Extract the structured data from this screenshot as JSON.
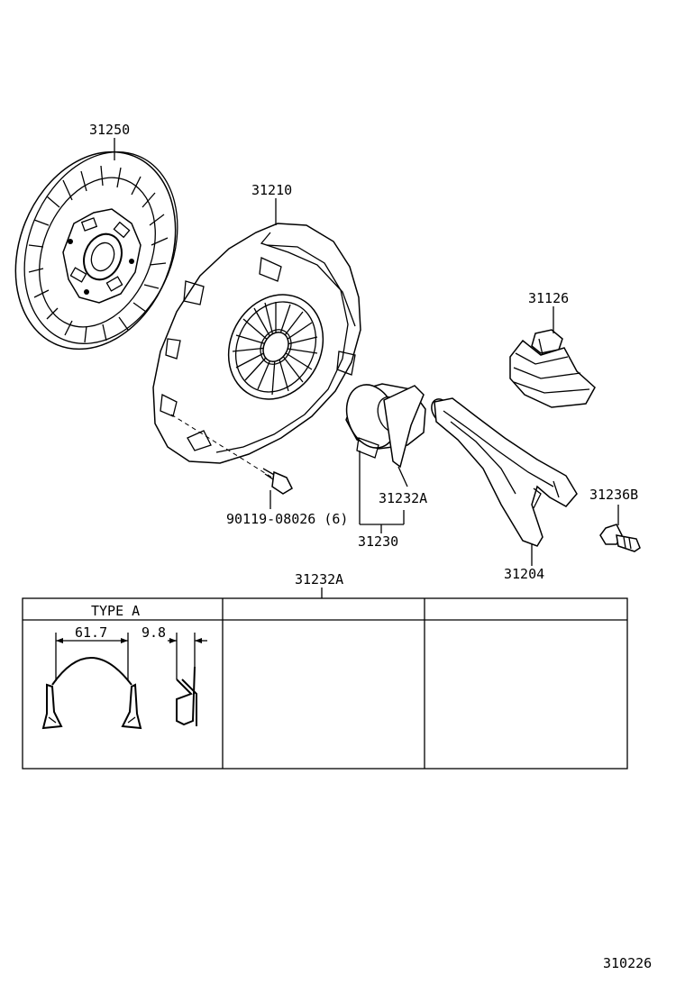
{
  "parts": {
    "clutch_disc": "31250",
    "clutch_cover": "31210",
    "bolt": "90119-08026 (6)",
    "release_bearing": "31230",
    "bearing_clip": "31232A",
    "boot": "31126",
    "pivot_bolt": "31236B",
    "release_fork": "31204"
  },
  "table": {
    "title": "31232A",
    "type_label": "TYPE  A",
    "dim_width": "61.7",
    "dim_thickness": "9.8"
  },
  "figure_number": "310226"
}
